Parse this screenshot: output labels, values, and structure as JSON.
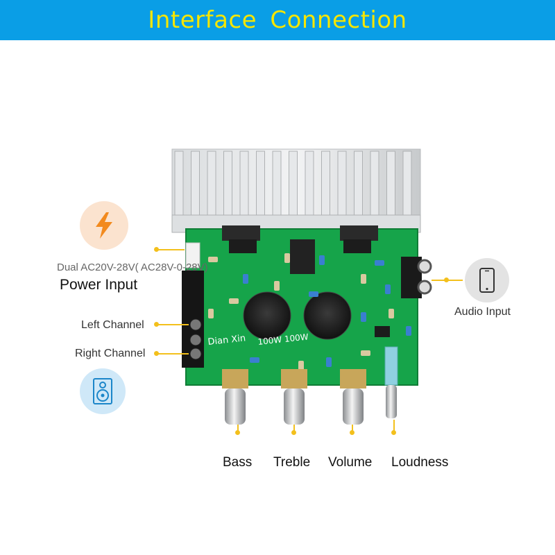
{
  "header": {
    "title": "Interface Connection"
  },
  "labels": {
    "power_spec": "Dual AC20V-28V( AC28V-0-28V)",
    "power_input": "Power Input",
    "left_channel": "Left Channel",
    "right_channel": "Right Channel",
    "audio_input": "Audio Input",
    "bass": "Bass",
    "treble": "Treble",
    "volume": "Volume",
    "loudness": "Loudness"
  },
  "board_markings": {
    "brand": "Dian Xin",
    "power_rating": "100W 100W"
  },
  "icons": {
    "power": "lightning-icon",
    "speaker": "speaker-icon",
    "phone": "smartphone-icon"
  },
  "colors": {
    "banner": "#0a9ee6",
    "banner_text": "#f6e600",
    "connector_yellow": "#f3c01c",
    "pcb_green": "#16a44a",
    "power_icon_bg": "#fbe3cf",
    "power_icon_fg": "#f28a1e",
    "speaker_icon_bg": "#cfe8f8",
    "phone_icon_bg": "#e3e3e3"
  }
}
